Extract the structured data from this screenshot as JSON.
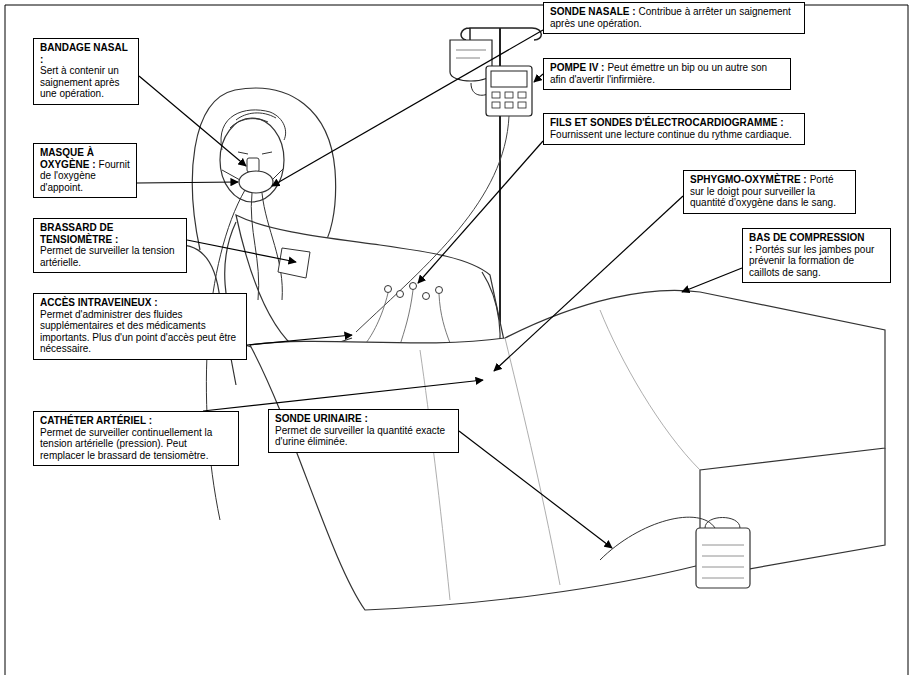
{
  "diagram": {
    "nodes": [
      {
        "text": [
          "SONDE NASALE :",
          "Contribue à arrêter un saignement après une opération."
        ]
      },
      {
        "text": [
          "BANDAGE NASAL :",
          "Sert à contenir un saignement après une opération."
        ]
      },
      {
        "text": [
          "POMPE IV :",
          "Peut émettre un bip ou un autre son afin d'avertir l'infirmière."
        ]
      },
      {
        "text": [
          "MASQUE À OXYGÈNE :",
          "Fournit de l'oxygène d'appoint."
        ]
      },
      {
        "text": [
          "FILS ET SONDES D'ÉLECTROCARDIOGRAMME :",
          "Fournissent une lecture continue du rythme cardiaque."
        ]
      },
      {
        "text": [
          "SPHYGMO-OXYMÈTRE :",
          "Porté sur le doigt pour surveiller la quantité d'oxygène dans le sang."
        ]
      },
      {
        "text": [
          "BRASSARD DE TENSIOMÈTRE :",
          "Permet de surveiller la tension artérielle."
        ]
      },
      {
        "text": [
          "BAS DE COMPRESSION :",
          "Portés sur les jambes pour prévenir la formation de caillots de sang."
        ]
      },
      {
        "text": [
          "ACCÈS INTRAVEINEUX :",
          "Permet d'administrer des fluides supplémentaires et des médicaments importants. Plus d'un point d'accès peut être nécessaire."
        ]
      },
      {
        "text": [
          "CATHÉTER ARTÉRIEL :",
          "Permet de surveiller continuellement la tension artérielle (pression). Peut remplacer le brassard de tensiomètre."
        ]
      },
      {
        "text": [
          "SONDE URINAIRE :",
          "Permet de surveiller la quantité exacte d'urine éliminée."
        ]
      }
    ]
  }
}
